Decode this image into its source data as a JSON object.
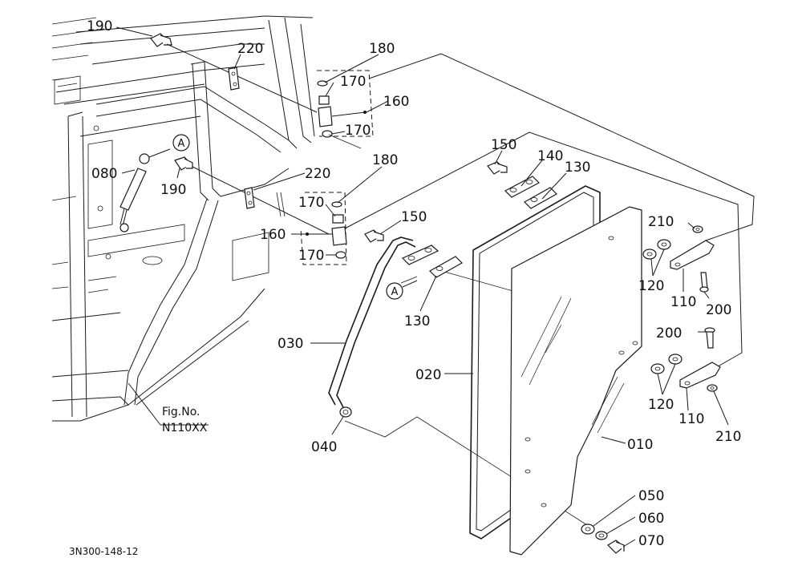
{
  "labels": {
    "p190a": "190",
    "p220a": "220",
    "p180a": "180",
    "p170a": "170",
    "p160a": "160",
    "p170b": "170",
    "p080": "080",
    "p190b": "190",
    "p220b": "220",
    "p180b": "180",
    "p170c": "170",
    "p160b": "160",
    "p170d": "170",
    "p150a": "150",
    "p140": "140",
    "p130a": "130",
    "p150b": "150",
    "p130b": "130",
    "p210a": "210",
    "p120a": "120",
    "p110a": "110",
    "p200a": "200",
    "p200b": "200",
    "p120b": "120",
    "p110b": "110",
    "p210b": "210",
    "p030": "030",
    "p020": "020",
    "p010": "010",
    "p040": "040",
    "p050": "050",
    "p060": "060",
    "p070": "070"
  },
  "callouts": {
    "a1": "A",
    "a2": "A"
  },
  "fig_ref": {
    "line1": "Fig.No.",
    "line2": "N110XX"
  },
  "drawing_number": "3N300-148-12"
}
